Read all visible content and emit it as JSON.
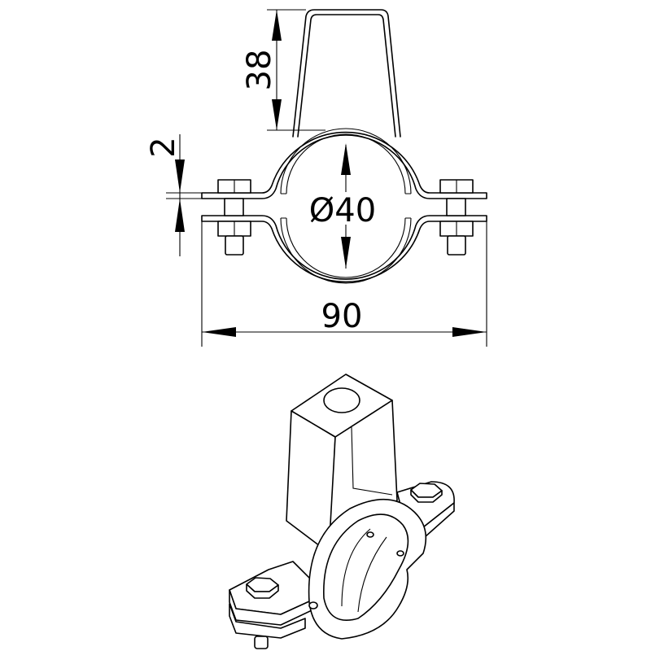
{
  "drawing": {
    "front_view": {
      "dimensions": {
        "bracket_height": "38",
        "flange_thickness": "2",
        "pipe_diameter": "Ø40",
        "overall_width": "90"
      }
    },
    "isometric_view": {}
  }
}
